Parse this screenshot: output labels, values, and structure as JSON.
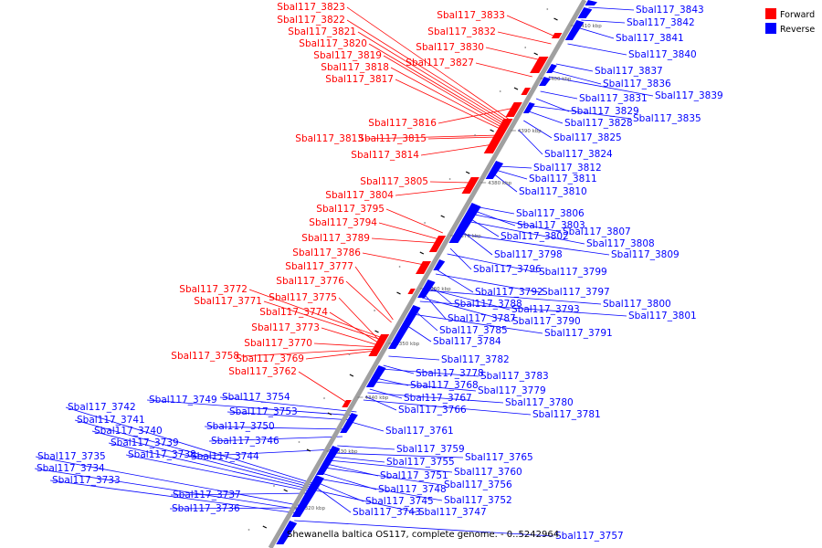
{
  "caption": "Shewanella baltica OS117, complete genome. - 0..5242964",
  "colors": {
    "forward": "#ff0000",
    "reverse": "#0000ff",
    "backbone": "#a0a0a0"
  },
  "legend": [
    {
      "key": "forward",
      "label": "Forward"
    },
    {
      "key": "reverse",
      "label": "Reverse"
    }
  ],
  "ticks": [
    "4410 kbp",
    "4400 kbp",
    "4390 kbp",
    "4380 kbp",
    "4370 kbp",
    "4360 kbp",
    "4350 kbp",
    "4340 kbp",
    "4330 kbp",
    "4320 kbp"
  ],
  "forward_genes": [
    "Sbal117_3823",
    "Sbal117_3822",
    "Sbal117_3821",
    "Sbal117_3820",
    "Sbal117_3819",
    "Sbal117_3818",
    "Sbal117_3817",
    "Sbal117_3833",
    "Sbal117_3832",
    "Sbal117_3830",
    "Sbal117_3827",
    "Sbal117_3816",
    "Sbal117_3813",
    "Sbal117_3815",
    "Sbal117_3814",
    "Sbal117_3805",
    "Sbal117_3804",
    "Sbal117_3795",
    "Sbal117_3794",
    "Sbal117_3789",
    "Sbal117_3786",
    "Sbal117_3777",
    "Sbal117_3776",
    "Sbal117_3772",
    "Sbal117_3771",
    "Sbal117_3775",
    "Sbal117_3774",
    "Sbal117_3773",
    "Sbal117_3770",
    "Sbal117_3758",
    "Sbal117_3769",
    "Sbal117_3762"
  ],
  "reverse_genes": [
    "Sbal117_3843",
    "Sbal117_3842",
    "Sbal117_3841",
    "Sbal117_3840",
    "Sbal117_3837",
    "Sbal117_3836",
    "Sbal117_3839",
    "Sbal117_3831",
    "Sbal117_3829",
    "Sbal117_3835",
    "Sbal117_3828",
    "Sbal117_3825",
    "Sbal117_3824",
    "Sbal117_3812",
    "Sbal117_3811",
    "Sbal117_3810",
    "Sbal117_3806",
    "Sbal117_3803",
    "Sbal117_3807",
    "Sbal117_3802",
    "Sbal117_3808",
    "Sbal117_3798",
    "Sbal117_3809",
    "Sbal117_3796",
    "Sbal117_3799",
    "Sbal117_3792",
    "Sbal117_3797",
    "Sbal117_3788",
    "Sbal117_3793",
    "Sbal117_3800",
    "Sbal117_3787",
    "Sbal117_3790",
    "Sbal117_3801",
    "Sbal117_3785",
    "Sbal117_3791",
    "Sbal117_3784",
    "Sbal117_3782",
    "Sbal117_3778",
    "Sbal117_3783",
    "Sbal117_3768",
    "Sbal117_3779",
    "Sbal117_3767",
    "Sbal117_3780",
    "Sbal117_3766",
    "Sbal117_3781",
    "Sbal117_3749",
    "Sbal117_3754",
    "Sbal117_3742",
    "Sbal117_3753",
    "Sbal117_3741",
    "Sbal117_3761",
    "Sbal117_3750",
    "Sbal117_3740",
    "Sbal117_3746",
    "Sbal117_3739",
    "Sbal117_3759",
    "Sbal117_3738",
    "Sbal117_3744",
    "Sbal117_3765",
    "Sbal117_3755",
    "Sbal117_3735",
    "Sbal117_3760",
    "Sbal117_3734",
    "Sbal117_3751",
    "Sbal117_3733",
    "Sbal117_3756",
    "Sbal117_3748",
    "Sbal117_3737",
    "Sbal117_3752",
    "Sbal117_3745",
    "Sbal117_3736",
    "Sbal117_3743",
    "Sbal117_3747",
    "Sbal117_3757"
  ]
}
